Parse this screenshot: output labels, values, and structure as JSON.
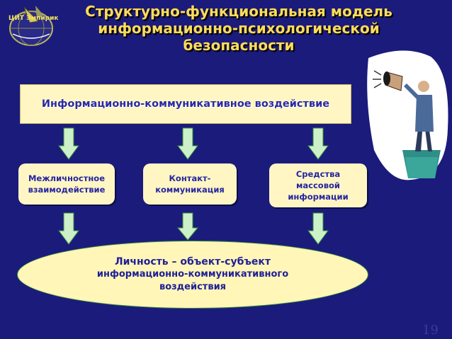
{
  "title": {
    "line1": "Структурно-функциональная модель",
    "line2": "информационно-психологической",
    "line3": "безопасности"
  },
  "logo": {
    "text": "ЦИТ Эмпирик",
    "icon": "globe-logo-icon"
  },
  "banner": {
    "label": "Информационно-коммуникативное воздействие"
  },
  "boxes": [
    {
      "label": "Межличностное\nвзаимодействие"
    },
    {
      "label": "Контакт-\nкоммуникация"
    },
    {
      "label": "Средства\nмассовой\nинформации"
    }
  ],
  "ellipse": {
    "line1": "Личность – объект-субъект",
    "line2": "информационно-коммуникативного",
    "line3": "воздействия"
  },
  "illustration": {
    "icon": "man-with-megaphone-icon"
  },
  "page_number": "19",
  "colors": {
    "background": "#1b1b7c",
    "title": "#ffdc5a",
    "box_fill": "#fff6c4",
    "box_text": "#2626a0",
    "arrow_fill": "#ccf0c8",
    "arrow_stroke": "#3a8f3a"
  }
}
